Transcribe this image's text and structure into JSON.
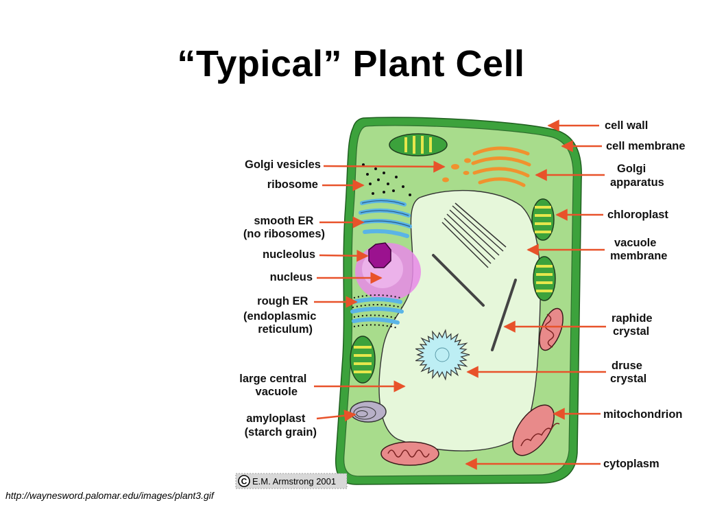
{
  "slide": {
    "title": "“Typical” Plant Cell",
    "source_url": "http://waynesword.palomar.edu/images/plant3.gif"
  },
  "diagram": {
    "copyright": "E.M. Armstrong 2001",
    "copyright_symbol": "C",
    "colors": {
      "cell_wall": "#3ca23c",
      "cytoplasm": "#a8dc8c",
      "vacuole": "#e6f7da",
      "arrow": "#e8522a",
      "nucleus": "#e88ae8",
      "nucleolus": "#9b128f",
      "golgi": "#f0922e",
      "er": "#5ab4e6",
      "mitochondrion": "#e88a8a",
      "chloroplast_fill": "#e6e64c",
      "druse": "#bdeef4"
    },
    "labels_left": [
      [
        "Golgi vesicles"
      ],
      [
        "ribosome"
      ],
      [
        "smooth ER",
        "(no ribosomes)"
      ],
      [
        "nucleolus"
      ],
      [
        "nucleus"
      ],
      [
        "rough ER",
        "(endoplasmic",
        "reticulum)"
      ],
      [
        "large central",
        "vacuole"
      ],
      [
        "amyloplast",
        "(starch grain)"
      ]
    ],
    "labels_right": [
      [
        "cell wall"
      ],
      [
        "cell membrane"
      ],
      [
        "Golgi",
        "apparatus"
      ],
      [
        "chloroplast"
      ],
      [
        "vacuole",
        "membrane"
      ],
      [
        "raphide",
        "crystal"
      ],
      [
        "druse",
        "crystal"
      ],
      [
        "mitochondrion"
      ],
      [
        "cytoplasm"
      ]
    ]
  }
}
